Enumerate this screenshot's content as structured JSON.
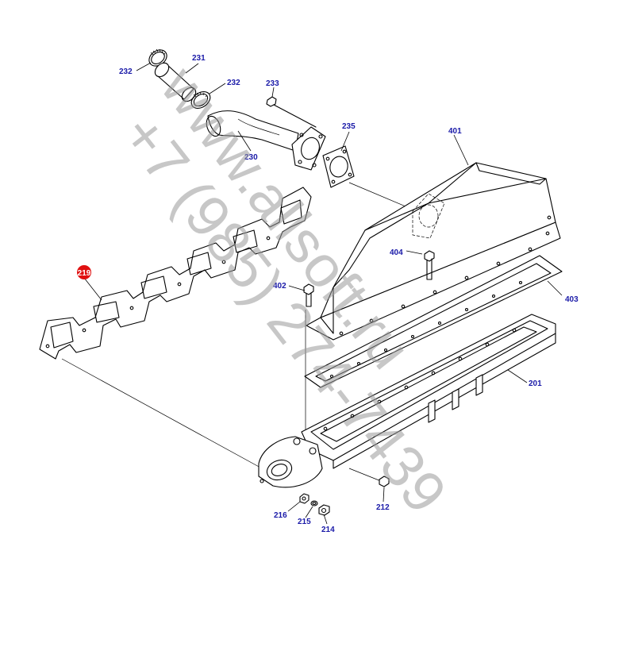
{
  "watermark": {
    "line1": "www.allsoft.ru",
    "line2": "+7 (985) 274-7439"
  },
  "callouts": {
    "c232a": "232",
    "c231": "231",
    "c232b": "232",
    "c233": "233",
    "c235": "235",
    "c230": "230",
    "c401": "401",
    "c404": "404",
    "c402": "402",
    "c403": "403",
    "c201": "201",
    "c212": "212",
    "c216": "216",
    "c215": "215",
    "c214": "214",
    "c219": "219"
  },
  "colors": {
    "callout_text": "#1a1aa8",
    "highlight": "#e01010",
    "watermark": "#9a9a9a"
  }
}
